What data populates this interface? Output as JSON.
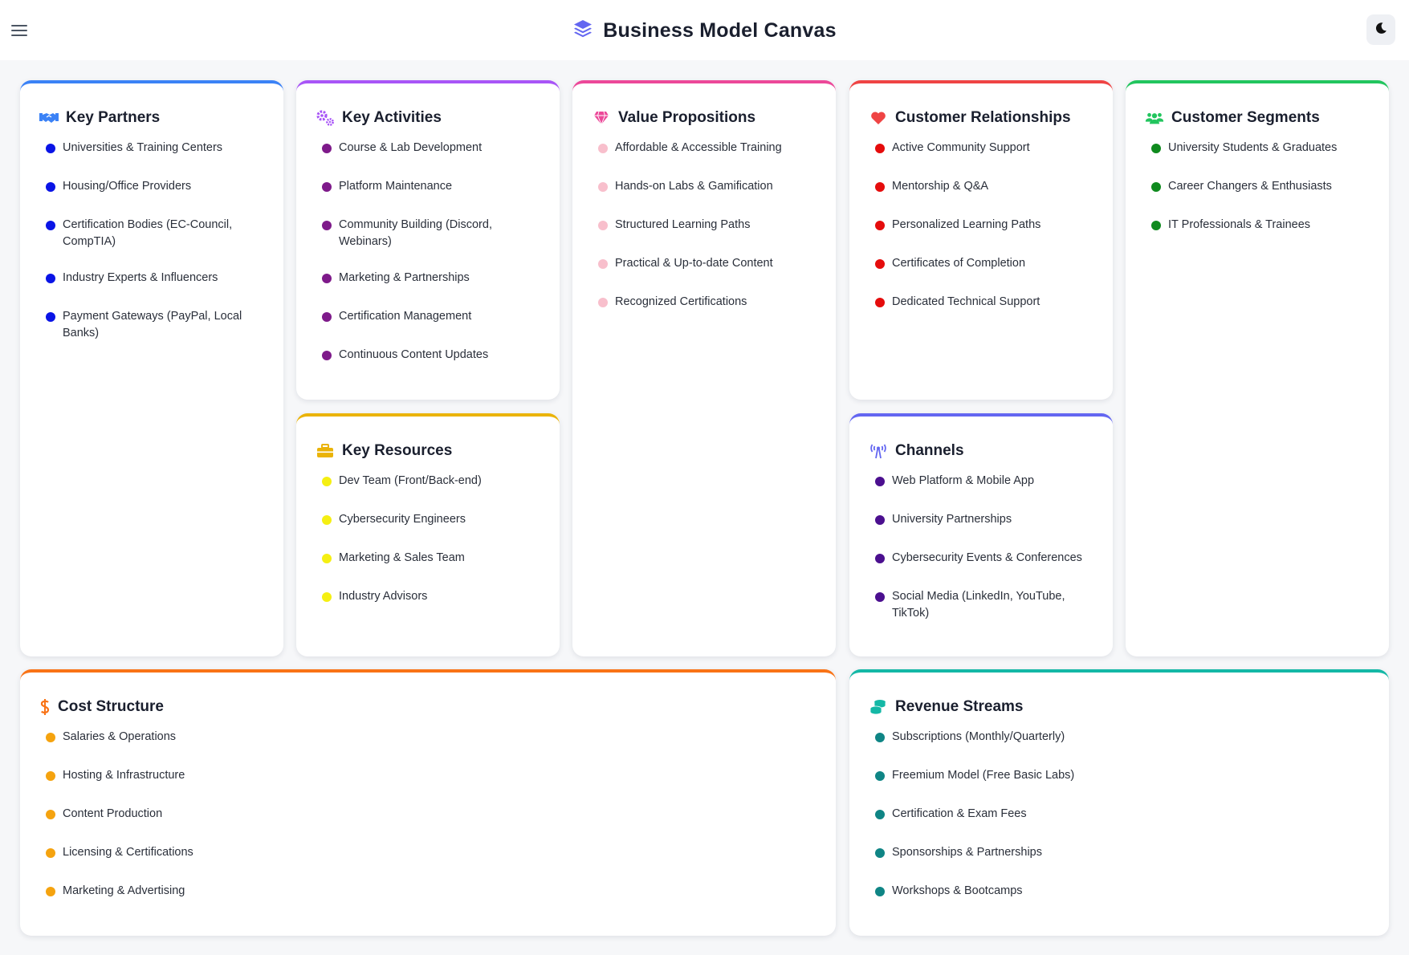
{
  "header": {
    "title": "Business Model Canvas",
    "menu_icon": "hamburger-menu-icon",
    "logo_icon": "layers-icon",
    "theme_icon": "moon-icon"
  },
  "sections": {
    "key_partners": {
      "title": "Key Partners",
      "icon": "handshake-icon",
      "accent": "#3b82f6",
      "dot": "#0a14e6",
      "items": [
        "Universities & Training Centers",
        "Housing/Office Providers",
        "Certification Bodies (EC-Council, CompTIA)",
        "Industry Experts & Influencers",
        "Payment Gateways (PayPal, Local Banks)"
      ]
    },
    "key_activities": {
      "title": "Key Activities",
      "icon": "cogs-icon",
      "accent": "#a855f7",
      "dot": "#7e1a8a",
      "items": [
        "Course & Lab Development",
        "Platform Maintenance",
        "Community Building (Discord, Webinars)",
        "Marketing & Partnerships",
        "Certification Management",
        "Continuous Content Updates"
      ]
    },
    "key_resources": {
      "title": "Key Resources",
      "icon": "toolbox-icon",
      "accent": "#eab308",
      "dot": "#f5ef12",
      "items": [
        "Dev Team (Front/Back-end)",
        "Cybersecurity Engineers",
        "Marketing & Sales Team",
        "Industry Advisors"
      ]
    },
    "value_propositions": {
      "title": "Value Propositions",
      "icon": "gem-icon",
      "accent": "#ec4899",
      "dot": "#f8bfcc",
      "items": [
        "Affordable & Accessible Training",
        "Hands-on Labs & Gamification",
        "Structured Learning Paths",
        "Practical & Up-to-date Content",
        "Recognized Certifications"
      ]
    },
    "customer_relationships": {
      "title": "Customer Relationships",
      "icon": "heart-icon",
      "accent": "#ef4444",
      "dot": "#e50c0c",
      "items": [
        "Active Community Support",
        "Mentorship & Q&A",
        "Personalized Learning Paths",
        "Certificates of Completion",
        "Dedicated Technical Support"
      ]
    },
    "channels": {
      "title": "Channels",
      "icon": "broadcast-tower-icon",
      "accent": "#6366f1",
      "dot": "#4b0f8f",
      "items": [
        "Web Platform & Mobile App",
        "University Partnerships",
        "Cybersecurity Events & Conferences",
        "Social Media (LinkedIn, YouTube, TikTok)"
      ]
    },
    "customer_segments": {
      "title": "Customer Segments",
      "icon": "users-icon",
      "accent": "#22c55e",
      "dot": "#0f8a1e",
      "items": [
        "University Students & Graduates",
        "Career Changers & Enthusiasts",
        "IT Professionals & Trainees"
      ]
    },
    "cost_structure": {
      "title": "Cost Structure",
      "icon": "dollar-sign-icon",
      "accent": "#f97316",
      "dot": "#f5a30f",
      "items": [
        "Salaries & Operations",
        "Hosting & Infrastructure",
        "Content Production",
        "Licensing & Certifications",
        "Marketing & Advertising"
      ]
    },
    "revenue_streams": {
      "title": "Revenue Streams",
      "icon": "coins-icon",
      "accent": "#14b8a6",
      "dot": "#0f8585",
      "items": [
        "Subscriptions (Monthly/Quarterly)",
        "Freemium Model (Free Basic Labs)",
        "Certification & Exam Fees",
        "Sponsorships & Partnerships",
        "Workshops & Bootcamps"
      ]
    }
  }
}
